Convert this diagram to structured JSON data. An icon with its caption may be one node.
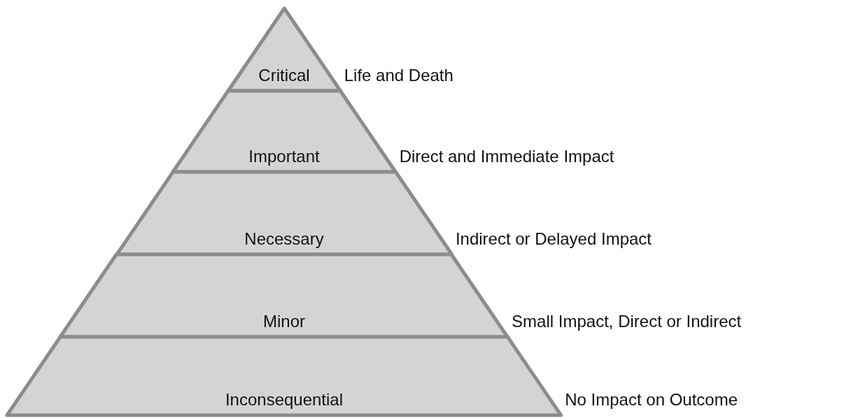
{
  "diagram": {
    "nodes": [
      {
        "text": [
          "Critical"
        ],
        "beside": [
          "Life and Death"
        ]
      },
      {
        "text": [
          "Important"
        ],
        "beside": [
          "Direct and Immediate Impact"
        ]
      },
      {
        "text": [
          "Necessary"
        ],
        "beside": [
          "Indirect or Delayed Impact"
        ]
      },
      {
        "text": [
          "Minor"
        ],
        "beside": [
          "Small Impact, Direct or Indirect"
        ]
      },
      {
        "text": [
          "Inconsequential"
        ],
        "beside": [
          "No Impact on Outcome"
        ]
      }
    ]
  }
}
